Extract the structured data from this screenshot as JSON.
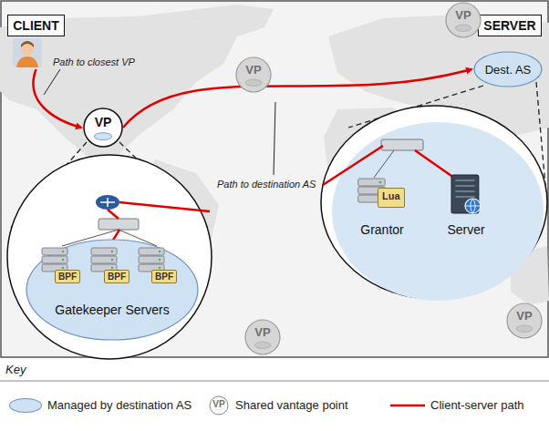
{
  "diagram": {
    "nodes": [
      {
        "text": [
          "CLIENT"
        ]
      },
      {
        "text": [
          "SERVER"
        ]
      },
      {
        "text": [
          "VP"
        ]
      },
      {
        "text": [
          "VP"
        ]
      },
      {
        "text": [
          "VP"
        ]
      },
      {
        "text": [
          "VP"
        ]
      },
      {
        "text": [
          "VP"
        ]
      },
      {
        "text": [
          "Dest. AS"
        ]
      },
      {
        "text": [
          "Gatekeeper Servers"
        ]
      },
      {
        "text": [
          "BPF"
        ],
        "in": 8
      },
      {
        "text": [
          "BPF"
        ],
        "in": 8
      },
      {
        "text": [
          "BPF"
        ],
        "in": 8
      },
      {
        "text": [
          "Lua",
          "Grantor"
        ]
      },
      {
        "text": [
          "Server"
        ]
      }
    ],
    "edges": [
      {
        "from": 0,
        "to": 2,
        "arrow": "to"
      },
      {
        "from": 2,
        "to": 7,
        "arrow": "to"
      }
    ],
    "labels": [
      "Path to closest VP",
      "Path to destination AS",
      "Key",
      "VP"
    ],
    "legend": [
      {
        "text": "Managed by destination AS",
        "color": "#cfe2f3"
      },
      {
        "text": "Shared vantage point"
      },
      {
        "text": "Client-server path"
      }
    ]
  }
}
